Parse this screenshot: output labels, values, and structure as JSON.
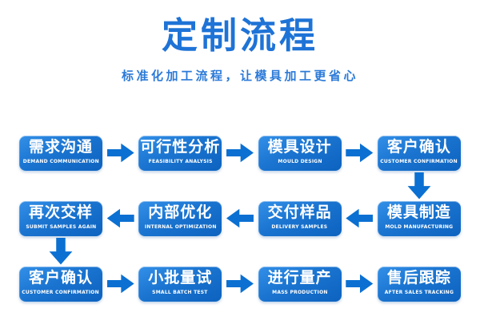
{
  "header": {
    "title": "定制流程",
    "subtitle": "标准化加工流程，让模具加工更省心"
  },
  "colors": {
    "title_blue": "#1e73d6",
    "subtitle_blue": "#2b7ad8",
    "box_gradient_top": "#3390e8",
    "box_gradient_bottom": "#0d63bf",
    "arrow_blue": "#0b70d2",
    "box_text": "#ffffff",
    "background": "#ffffff"
  },
  "icons": {
    "horizontal_connector": "block-arrow",
    "vertical_connector": "block-arrow-down"
  },
  "flow": {
    "rows": [
      {
        "direction": "right",
        "steps": [
          {
            "zh": "需求沟通",
            "en": "DEMAND COMMUNICATION"
          },
          {
            "zh": "可行性分析",
            "en": "FEASIBILITY ANALYSIS"
          },
          {
            "zh": "模具设计",
            "en": "MOULD DESIGN"
          },
          {
            "zh": "客户确认",
            "en": "CUSTOMER CONFIRMATION"
          }
        ]
      },
      {
        "direction": "left",
        "steps": [
          {
            "zh": "再次交样",
            "en": "SUBMIT SAMPLES AGAIN"
          },
          {
            "zh": "内部优化",
            "en": "INTERNAL OPTIMIZATION"
          },
          {
            "zh": "交付样品",
            "en": "DELIVERY SAMPLES"
          },
          {
            "zh": "模具制造",
            "en": "MOLD MANUFACTURING"
          }
        ]
      },
      {
        "direction": "right",
        "steps": [
          {
            "zh": "客户确认",
            "en": "CUSTOMER CONFIRMATION"
          },
          {
            "zh": "小批量试",
            "en": "SMALL BATCH TEST"
          },
          {
            "zh": "进行量产",
            "en": "MASS PRODUCTION"
          },
          {
            "zh": "售后跟踪",
            "en": "AFTER SALES TRACKING"
          }
        ]
      }
    ]
  }
}
